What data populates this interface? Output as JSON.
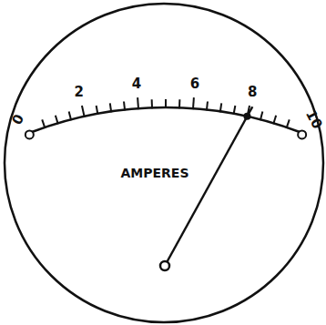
{
  "diagram": {
    "labels": [
      "0",
      "2",
      "4",
      "6",
      "8",
      "10",
      "AMPERES"
    ]
  }
}
